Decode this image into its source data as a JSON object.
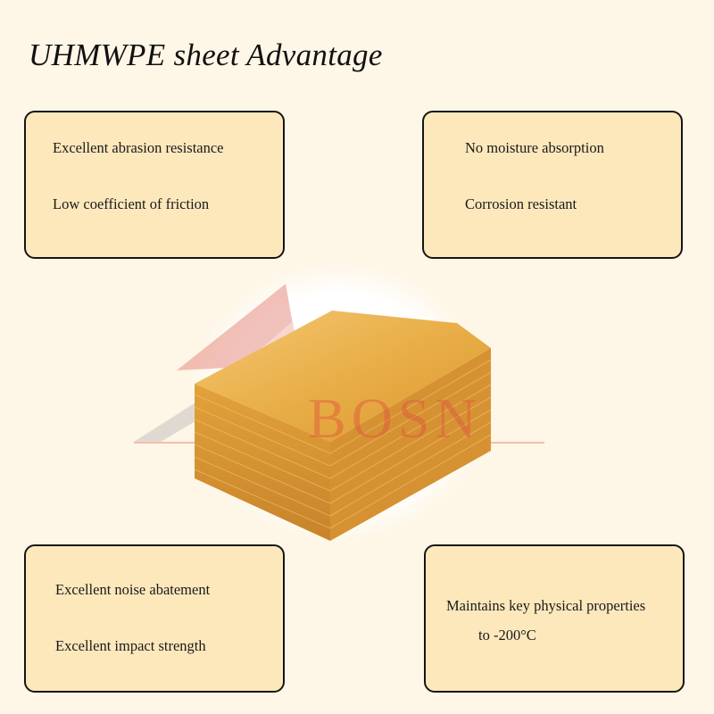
{
  "title": "UHMWPE sheet Advantage",
  "cards": {
    "top_left": [
      "Excellent abrasion resistance",
      "Low coefficient of friction"
    ],
    "top_right": [
      "No moisture absorption",
      "Corrosion resistant"
    ],
    "bottom_left": [
      "Excellent noise abatement",
      "Excellent impact strength"
    ],
    "bottom_right": [
      "Maintains key physical properties",
      "to -200°C"
    ]
  },
  "watermark": {
    "text": "BOSN"
  },
  "colors": {
    "background": "#fef6e6",
    "card_fill": "#fde8bc",
    "card_border": "#151515",
    "sheet_yellow": "#e9b14b",
    "watermark_red": "#e0523f"
  }
}
